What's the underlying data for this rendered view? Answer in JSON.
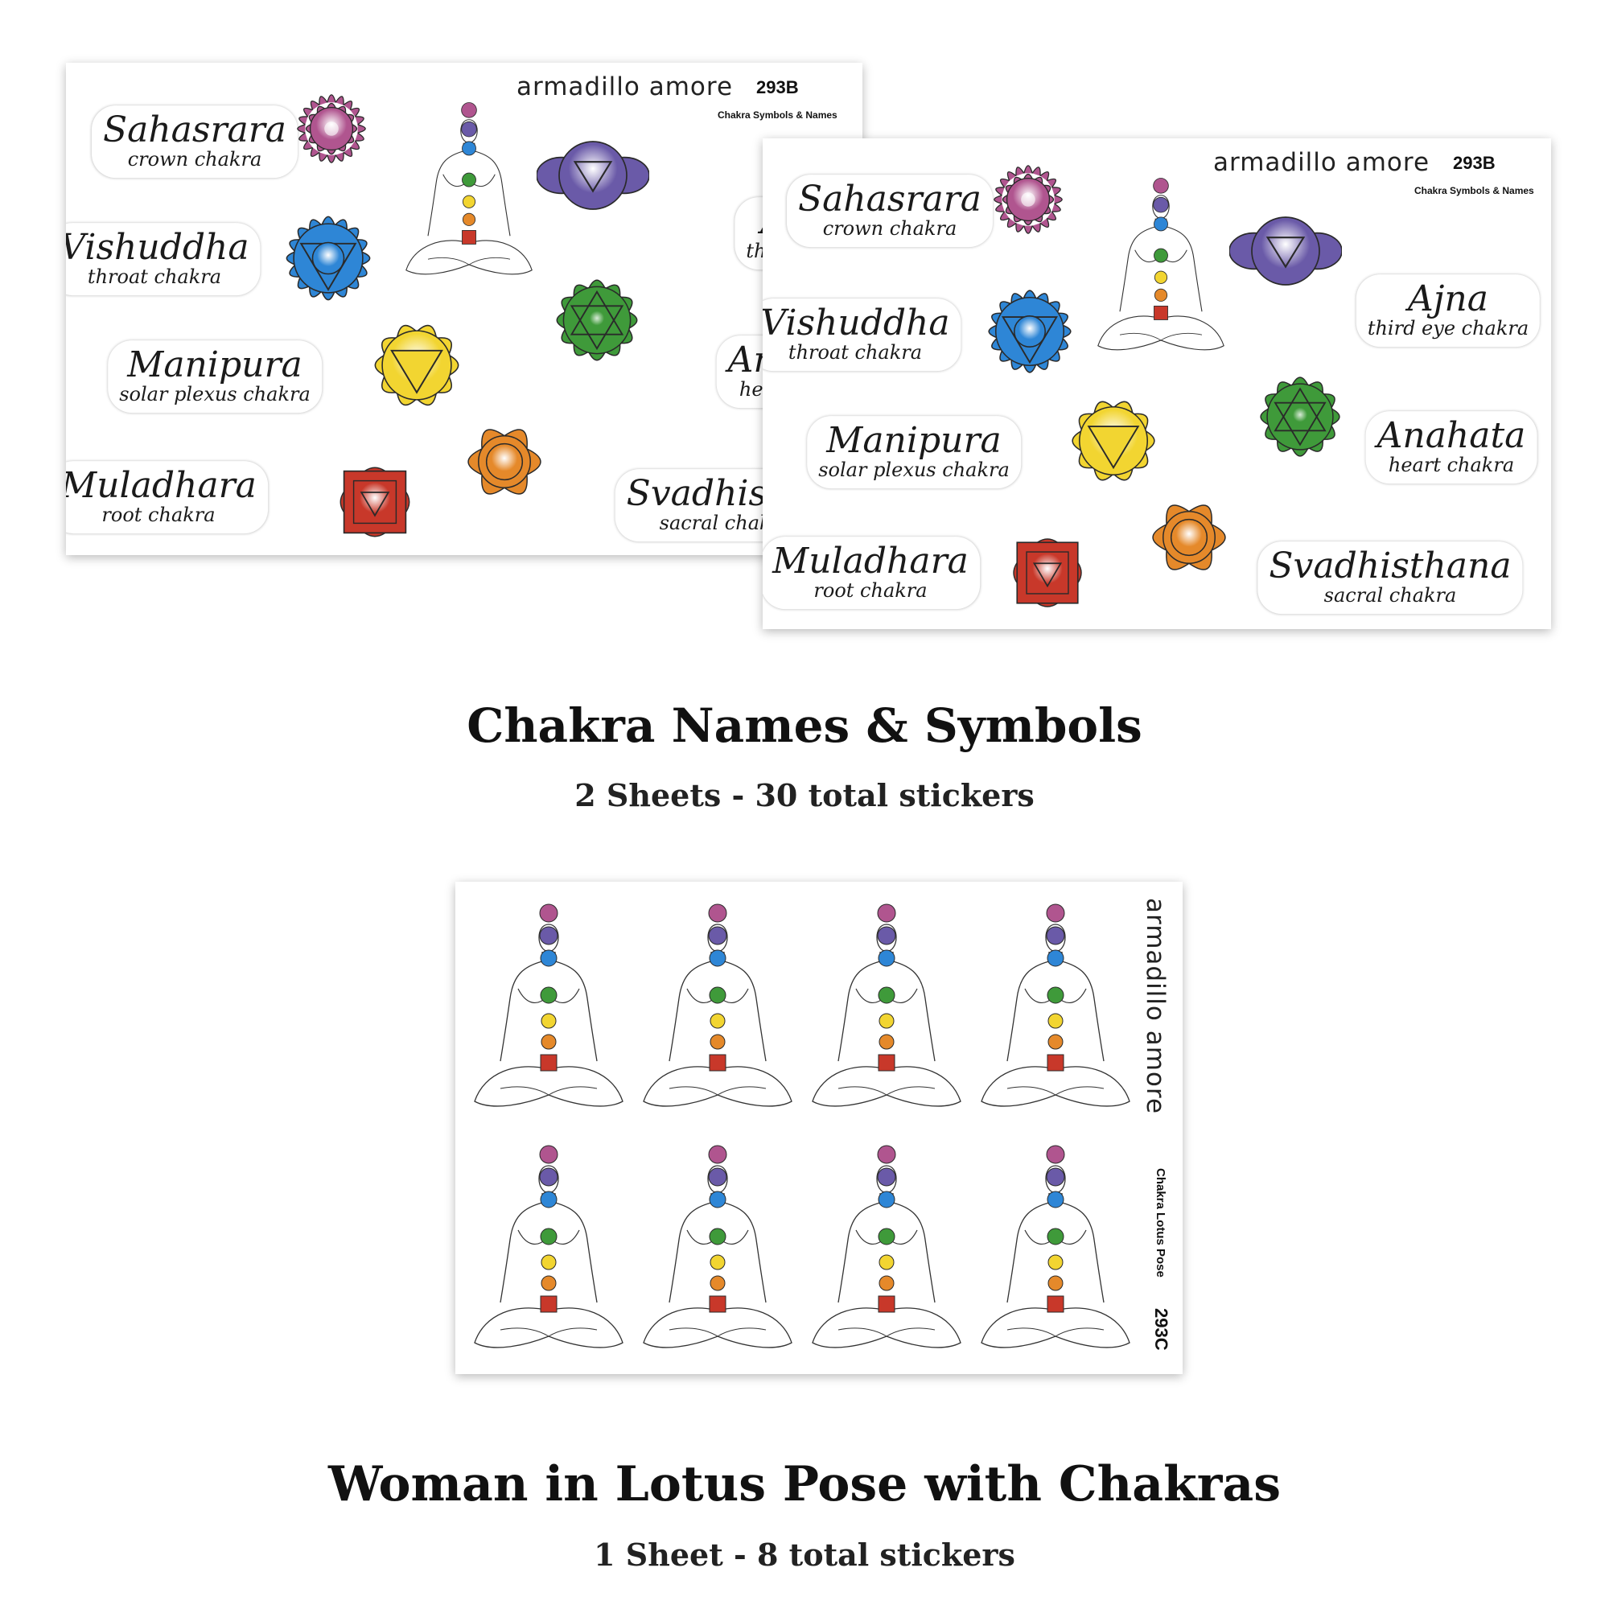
{
  "brand": "armadillo amore",
  "sheet_a": {
    "code": "293B",
    "subtitle": "Chakra Symbols & Names",
    "words": [
      {
        "name": "Sahasrara",
        "sub": "crown chakra"
      },
      {
        "name": "Vishuddha",
        "sub": "throat chakra"
      },
      {
        "name": "Manipura",
        "sub": "solar plexus chakra"
      },
      {
        "name": "Muladhara",
        "sub": "root chakra"
      },
      {
        "name": "Ajn",
        "sub": "third eye"
      },
      {
        "name": "Anah",
        "sub": "heart c"
      },
      {
        "name": "Svadhistha",
        "sub": "sacral chakra"
      }
    ]
  },
  "sheet_b": {
    "code": "293B",
    "subtitle": "Chakra Symbols & Names",
    "words": [
      {
        "name": "Sahasrara",
        "sub": "crown chakra"
      },
      {
        "name": "Vishuddha",
        "sub": "throat chakra"
      },
      {
        "name": "Manipura",
        "sub": "solar plexus chakra"
      },
      {
        "name": "Muladhara",
        "sub": "root chakra"
      },
      {
        "name": "Ajna",
        "sub": "third eye chakra"
      },
      {
        "name": "Anahata",
        "sub": "heart chakra"
      },
      {
        "name": "Svadhisthana",
        "sub": "sacral chakra"
      }
    ]
  },
  "sheet_c": {
    "code": "293C",
    "subtitle": "Chakra Lotus Pose"
  },
  "section_1": {
    "title": "Chakra Names & Symbols",
    "subtitle": "2 Sheets - 30 total stickers"
  },
  "section_2": {
    "title": "Woman in Lotus Pose with Chakras",
    "subtitle": "1 Sheet - 8 total stickers"
  },
  "colors": {
    "crown": "#b0558f",
    "third_eye": "#6a5aa8",
    "throat": "#2e86d6",
    "heart": "#3f9a3a",
    "solar_plexus": "#f2d531",
    "sacral": "#e5892a",
    "root": "#c8382a"
  }
}
